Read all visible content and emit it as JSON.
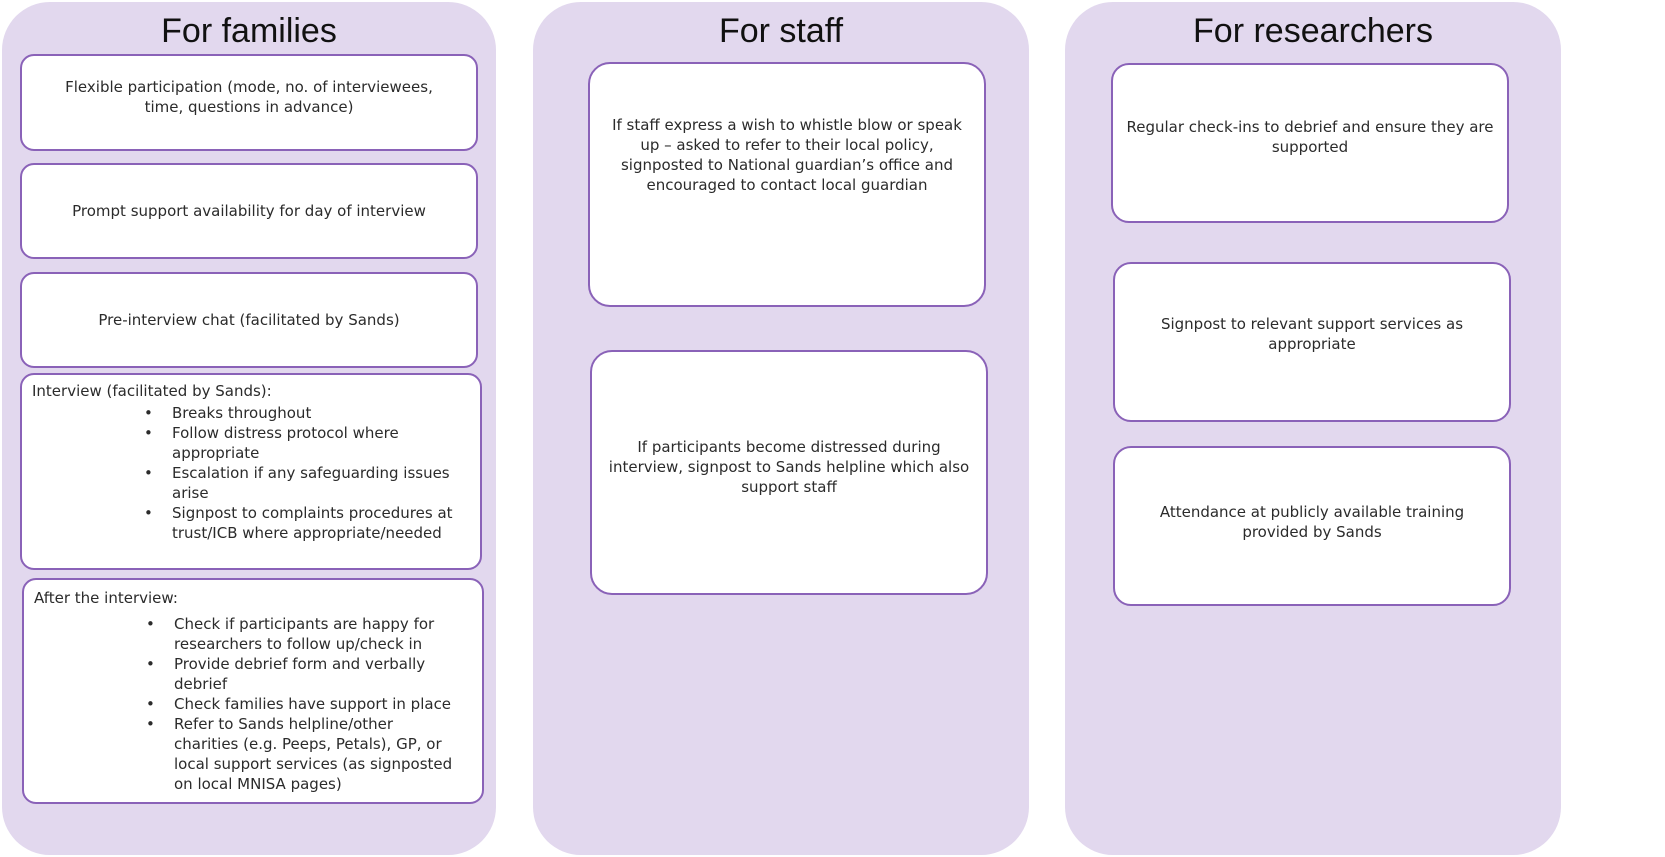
{
  "columns": {
    "families": {
      "title": "For families",
      "boxes": [
        "Flexible participation (mode, no. of interviewees, time, questions in advance)",
        "Prompt support availability for day of interview",
        "Pre-interview chat (facilitated by Sands)"
      ],
      "interview": {
        "heading": "Interview (facilitated by Sands):",
        "items": [
          "Breaks throughout",
          "Follow distress protocol where appropriate",
          "Escalation if any safeguarding issues arise",
          "Signpost to complaints procedures at trust/ICB where appropriate/needed"
        ]
      },
      "after": {
        "heading": "After the interview:",
        "items": [
          "Check if participants are happy for researchers to follow up/check in",
          "Provide debrief form and verbally debrief",
          "Check families have support in place",
          "Refer to Sands helpline/other charities (e.g. Peeps, Petals), GP, or local support services (as signposted on local MNISA pages)"
        ]
      }
    },
    "staff": {
      "title": "For staff",
      "boxes": [
        "If staff express a wish to whistle blow or speak up – asked to refer to their local policy, signposted to National guardian’s office and encouraged to contact local guardian",
        "If participants become distressed during interview, signpost to Sands helpline which also support staff"
      ]
    },
    "researchers": {
      "title": "For researchers",
      "boxes": [
        "Regular check-ins to debrief and ensure they are supported",
        "Signpost to relevant support services as appropriate",
        "Attendance at publicly available training provided by Sands"
      ]
    }
  },
  "colors": {
    "panel_background": "#e2d8ee",
    "box_border": "#8a62b8",
    "box_background": "#ffffff"
  }
}
